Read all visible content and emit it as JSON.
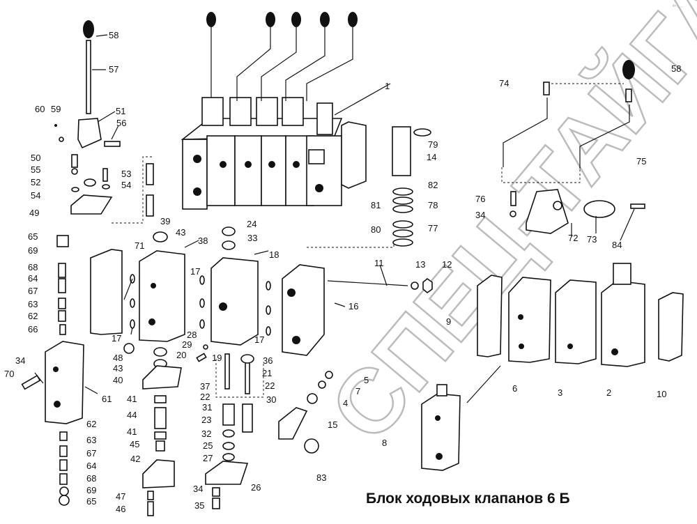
{
  "title": "Блок ходовых клапанов 6 Б",
  "watermark": "СПЕЦ-ТАЙГА",
  "corner_mark": "ª°·····",
  "labels": [
    {
      "id": "l1",
      "text": "1"
    },
    {
      "id": "l2",
      "text": "2"
    },
    {
      "id": "l3",
      "text": "3"
    },
    {
      "id": "l4",
      "text": "4"
    },
    {
      "id": "l5",
      "text": "5"
    },
    {
      "id": "l6",
      "text": "6"
    },
    {
      "id": "l7",
      "text": "7"
    },
    {
      "id": "l8",
      "text": "8"
    },
    {
      "id": "l9",
      "text": "9"
    },
    {
      "id": "l10",
      "text": "10"
    },
    {
      "id": "l11",
      "text": "11"
    },
    {
      "id": "l12",
      "text": "12"
    },
    {
      "id": "l13",
      "text": "13"
    },
    {
      "id": "l14",
      "text": "14"
    },
    {
      "id": "l15",
      "text": "15"
    },
    {
      "id": "l16",
      "text": "16"
    },
    {
      "id": "l17a",
      "text": "17"
    },
    {
      "id": "l17b",
      "text": "17"
    },
    {
      "id": "l17c",
      "text": "17"
    },
    {
      "id": "l18",
      "text": "18"
    },
    {
      "id": "l19",
      "text": "19"
    },
    {
      "id": "l20",
      "text": "20"
    },
    {
      "id": "l21",
      "text": "21"
    },
    {
      "id": "l22a",
      "text": "22"
    },
    {
      "id": "l22b",
      "text": "22"
    },
    {
      "id": "l23",
      "text": "23"
    },
    {
      "id": "l24",
      "text": "24"
    },
    {
      "id": "l25",
      "text": "25"
    },
    {
      "id": "l26",
      "text": "26"
    },
    {
      "id": "l27",
      "text": "27"
    },
    {
      "id": "l28",
      "text": "28"
    },
    {
      "id": "l29",
      "text": "29"
    },
    {
      "id": "l30",
      "text": "30"
    },
    {
      "id": "l31",
      "text": "31"
    },
    {
      "id": "l32",
      "text": "32"
    },
    {
      "id": "l33",
      "text": "33"
    },
    {
      "id": "l34a",
      "text": "34"
    },
    {
      "id": "l34b",
      "text": "34"
    },
    {
      "id": "l34c",
      "text": "34"
    },
    {
      "id": "l35",
      "text": "35"
    },
    {
      "id": "l36",
      "text": "36"
    },
    {
      "id": "l37",
      "text": "37"
    },
    {
      "id": "l38",
      "text": "38"
    },
    {
      "id": "l39",
      "text": "39"
    },
    {
      "id": "l40",
      "text": "40"
    },
    {
      "id": "l41a",
      "text": "41"
    },
    {
      "id": "l41b",
      "text": "41"
    },
    {
      "id": "l42",
      "text": "42"
    },
    {
      "id": "l43a",
      "text": "43"
    },
    {
      "id": "l43b",
      "text": "43"
    },
    {
      "id": "l44",
      "text": "44"
    },
    {
      "id": "l45",
      "text": "45"
    },
    {
      "id": "l46",
      "text": "46"
    },
    {
      "id": "l47",
      "text": "47"
    },
    {
      "id": "l48",
      "text": "48"
    },
    {
      "id": "l49",
      "text": "49"
    },
    {
      "id": "l50",
      "text": "50"
    },
    {
      "id": "l51",
      "text": "51"
    },
    {
      "id": "l52",
      "text": "52"
    },
    {
      "id": "l53",
      "text": "53"
    },
    {
      "id": "l54a",
      "text": "54"
    },
    {
      "id": "l54b",
      "text": "54"
    },
    {
      "id": "l55",
      "text": "55"
    },
    {
      "id": "l56",
      "text": "56"
    },
    {
      "id": "l57",
      "text": "57"
    },
    {
      "id": "l58a",
      "text": "58"
    },
    {
      "id": "l58b",
      "text": "58"
    },
    {
      "id": "l59",
      "text": "59"
    },
    {
      "id": "l60",
      "text": "60"
    },
    {
      "id": "l61",
      "text": "61"
    },
    {
      "id": "l62a",
      "text": "62"
    },
    {
      "id": "l62b",
      "text": "62"
    },
    {
      "id": "l63a",
      "text": "63"
    },
    {
      "id": "l63b",
      "text": "63"
    },
    {
      "id": "l64a",
      "text": "64"
    },
    {
      "id": "l64b",
      "text": "64"
    },
    {
      "id": "l65a",
      "text": "65"
    },
    {
      "id": "l65b",
      "text": "65"
    },
    {
      "id": "l66",
      "text": "66"
    },
    {
      "id": "l67a",
      "text": "67"
    },
    {
      "id": "l67b",
      "text": "67"
    },
    {
      "id": "l68a",
      "text": "68"
    },
    {
      "id": "l68b",
      "text": "68"
    },
    {
      "id": "l69a",
      "text": "69"
    },
    {
      "id": "l69b",
      "text": "69"
    },
    {
      "id": "l70",
      "text": "70"
    },
    {
      "id": "l71",
      "text": "71"
    },
    {
      "id": "l72",
      "text": "72"
    },
    {
      "id": "l73",
      "text": "73"
    },
    {
      "id": "l74",
      "text": "74"
    },
    {
      "id": "l75",
      "text": "75"
    },
    {
      "id": "l76",
      "text": "76"
    },
    {
      "id": "l77",
      "text": "77"
    },
    {
      "id": "l78",
      "text": "78"
    },
    {
      "id": "l79",
      "text": "79"
    },
    {
      "id": "l80",
      "text": "80"
    },
    {
      "id": "l81",
      "text": "81"
    },
    {
      "id": "l82",
      "text": "82"
    },
    {
      "id": "l83",
      "text": "83"
    },
    {
      "id": "l84",
      "text": "84"
    }
  ]
}
